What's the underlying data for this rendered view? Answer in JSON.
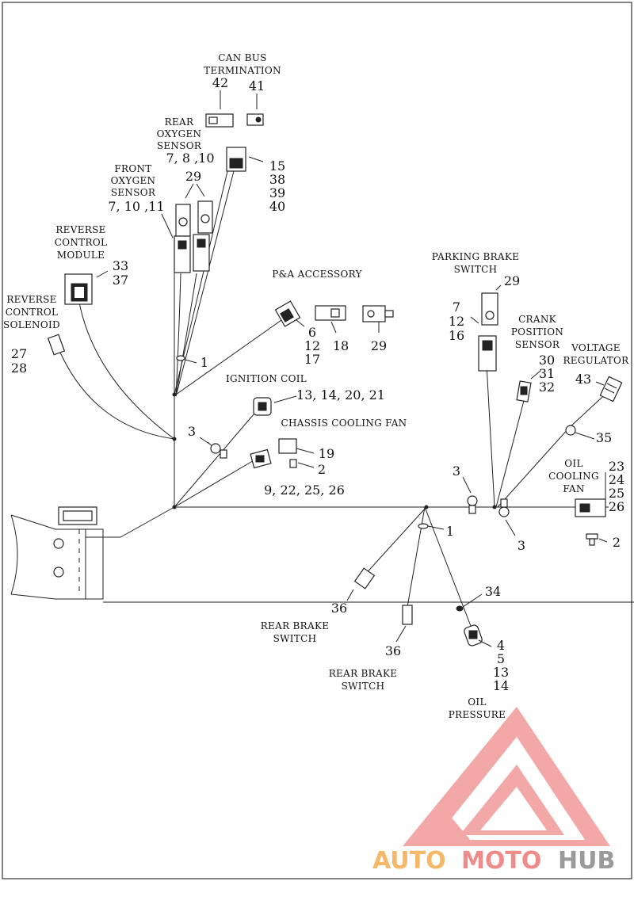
{
  "labels": {
    "can_bus": [
      "CAN BUS",
      "TERMINATION"
    ],
    "rear_oxygen": [
      "REAR",
      "OXYGEN",
      "SENSOR"
    ],
    "front_oxygen": [
      "FRONT",
      "OXYGEN",
      "SENSOR"
    ],
    "reverse_control_module": [
      "REVERSE",
      "CONTROL",
      "MODULE"
    ],
    "reverse_control_solenoid": [
      "REVERSE",
      "CONTROL",
      "SOLENOID"
    ],
    "pa_accessory": "P&A ACCESSORY",
    "ignition_coil": "IGNITION COIL",
    "chassis_cooling_fan": "CHASSIS COOLING FAN",
    "parking_brake": [
      "PARKING BRAKE",
      "SWITCH"
    ],
    "crank_position": [
      "CRANK",
      "POSITION",
      "SENSOR"
    ],
    "voltage_regulator": [
      "VOLTAGE",
      "REGULATOR"
    ],
    "oil_cooling_fan": [
      "OIL",
      "COOLING",
      "FAN"
    ],
    "rear_brake_1": [
      "REAR BRAKE",
      "SWITCH"
    ],
    "rear_brake_2": [
      "REAR BRAKE",
      "SWITCH"
    ],
    "oil_pressure": [
      "OIL",
      "PRESSURE"
    ]
  },
  "callouts": {
    "c42": "42",
    "c41": "41",
    "rear_oxy_nums": "7, 8 ,10",
    "c15": [
      "15",
      "38",
      "39",
      "40"
    ],
    "c29_front": "29",
    "front_oxy_nums": "7, 10 ,11",
    "c33_37": [
      "33",
      "37"
    ],
    "c27_28": [
      "27",
      "28"
    ],
    "c1_top": "1",
    "c6_12_17": [
      "6",
      "12",
      "17"
    ],
    "c18": "18",
    "c29_pa": "29",
    "ign_nums": "13, 14, 20, 21",
    "c3_left": "3",
    "c19": "19",
    "c2_mid": "2",
    "fan_nums": "9, 22, 25, 26",
    "c29_park": "29",
    "c7_12_16": [
      "7",
      "12",
      "16"
    ],
    "c30_32": [
      "30",
      "31",
      "32"
    ],
    "c43": "43",
    "c35": "35",
    "c3_right_top": "3",
    "c3_right_bot": "3",
    "c23_26": [
      "23",
      "24",
      "25",
      "26"
    ],
    "c2_right": "2",
    "c1_bot": "1",
    "c34": "34",
    "c36_a": "36",
    "c36_b": "36",
    "c4_14": [
      "4",
      "5",
      "13",
      "14"
    ]
  },
  "watermark": {
    "part1": "AUTO",
    "part2": "MOTO",
    "part3": "HUB",
    "colors": {
      "auto": "#f4b86a",
      "moto": "#ee8c8c",
      "hub": "#9a9a9a",
      "logo": "#f29a9a"
    }
  }
}
